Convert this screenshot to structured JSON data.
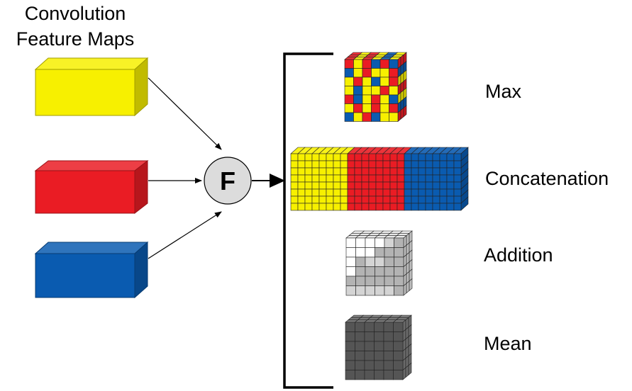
{
  "title": {
    "line1": "Convolution",
    "line2": "Feature Maps"
  },
  "operator": {
    "label": "F"
  },
  "inputs": [
    {
      "name": "yellow-feature-map",
      "color": "#f7f000"
    },
    {
      "name": "red-feature-map",
      "color": "#ea1c24"
    },
    {
      "name": "blue-feature-map",
      "color": "#0a5bb0"
    }
  ],
  "operations": [
    {
      "label": "Max"
    },
    {
      "label": "Concatenation"
    },
    {
      "label": "Addition"
    },
    {
      "label": "Mean"
    }
  ],
  "colors": {
    "yellow": "#f7f000",
    "red": "#ea1c24",
    "blue": "#0a5bb0",
    "circle_fill": "#dcdcdc",
    "mean_gray": "#555555"
  }
}
